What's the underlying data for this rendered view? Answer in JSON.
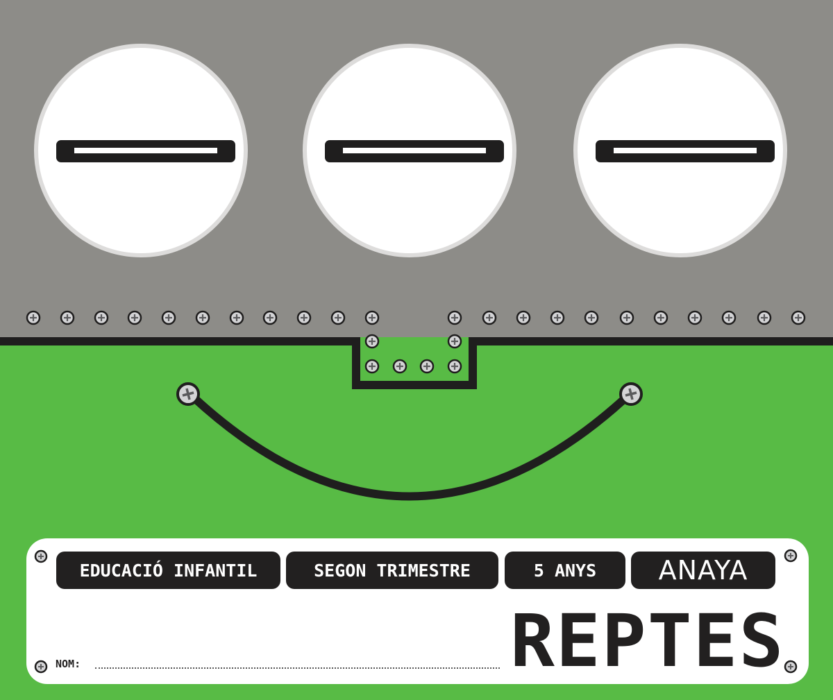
{
  "cover": {
    "tags": [
      {
        "label": "EDUCACIÓ INFANTIL"
      },
      {
        "label": "SEGON TRIMESTRE"
      },
      {
        "label": "5 ANYS"
      }
    ],
    "publisher_logo": "ANAYA",
    "title": "REPTES",
    "name_field": {
      "label": "NOM:",
      "value": ""
    }
  },
  "colors": {
    "metal_gray": "#8d8c88",
    "green": "#58bb45",
    "dark": "#222020",
    "white": "#ffffff",
    "screw_head": "#d4d4d6"
  },
  "icons": {
    "eyes": [
      "slot-screw-icon",
      "slot-screw-icon",
      "slot-screw-icon"
    ],
    "rivets": "phillips-screw-icon",
    "mouth": "cable-smile-icon"
  }
}
